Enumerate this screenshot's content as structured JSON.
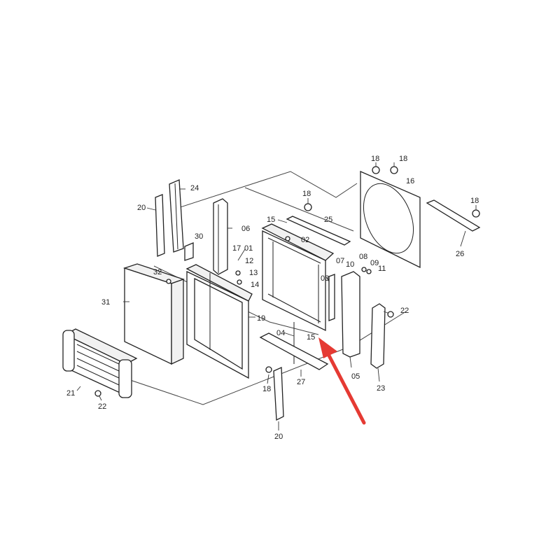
{
  "labels": {
    "l01": "01",
    "l02": "02",
    "l03": "03",
    "l04": "04",
    "l05": "05",
    "l06": "06",
    "l07": "07",
    "l08": "08",
    "l09": "09",
    "l10": "10",
    "l11": "11",
    "l12": "12",
    "l13": "13",
    "l14": "14",
    "l15a": "15",
    "l15b": "15",
    "l16": "16",
    "l17": "17",
    "l18a": "18",
    "l18b": "18",
    "l18c": "18",
    "l18d": "18",
    "l18e": "18",
    "l19": "19",
    "l20a": "20",
    "l20b": "20",
    "l21": "21",
    "l22a": "22",
    "l22b": "22",
    "l23": "23",
    "l24": "24",
    "l25": "25",
    "l26": "26",
    "l27": "27",
    "l30": "30",
    "l31": "31",
    "l32": "32"
  },
  "colors": {
    "arrow": "#e53a33",
    "line": "#222222",
    "background": "#ffffff"
  },
  "highlight": {
    "target_label": "15",
    "marker": "red-arrow"
  }
}
